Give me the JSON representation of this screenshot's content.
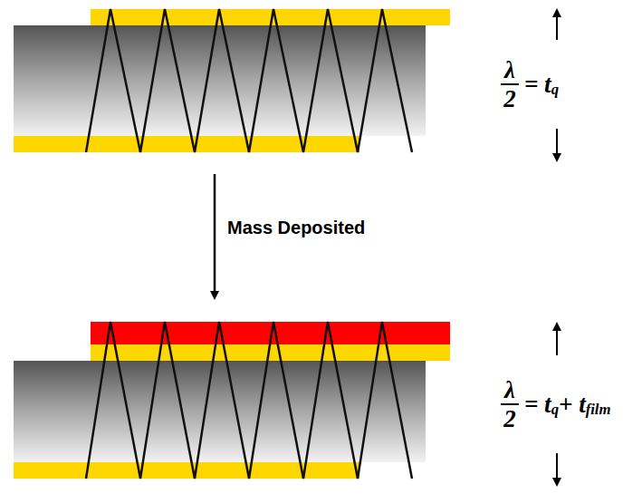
{
  "diagram": {
    "labels": [
      "Mass Deposited",
      "λ",
      "2",
      "= t",
      "q",
      "λ",
      "2",
      "= t",
      "q",
      "+ t",
      "film"
    ]
  }
}
